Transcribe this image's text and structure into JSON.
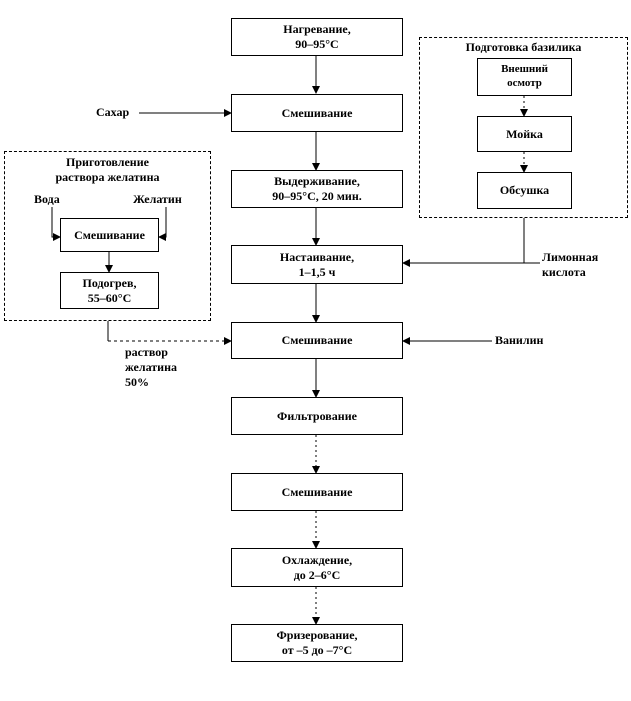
{
  "main_steps": {
    "heating": "Нагревание,\n90–95°С",
    "mixing1": "Смешивание",
    "holding": "Выдерживание,\n90–95°С, 20 мин.",
    "infusion": "Настаивание,\n1–1,5 ч",
    "mixing2": "Смешивание",
    "filtering": "Фильтрование",
    "mixing3": "Смешивание",
    "cooling": "Охлаждение,\nдо 2–6°С",
    "freezing": "Фризерование,\nот –5 до –7°С"
  },
  "basil_prep": {
    "title": "Подготовка базилика",
    "inspection": "Внешний\nосмотр",
    "washing": "Мойка",
    "drying": "Обсушка"
  },
  "gelatin_prep": {
    "title": "Приготовление\nраствора желатина",
    "water": "Вода",
    "gelatin": "Желатин",
    "mixing": "Смешивание",
    "heating": "Подогрев,\n55–60°С"
  },
  "inputs": {
    "sugar": "Сахар",
    "citric_acid": "Лимонная\nкислота",
    "vanillin": "Ванилин",
    "gelatin_solution": "раствор\nжелатина\n50%"
  }
}
